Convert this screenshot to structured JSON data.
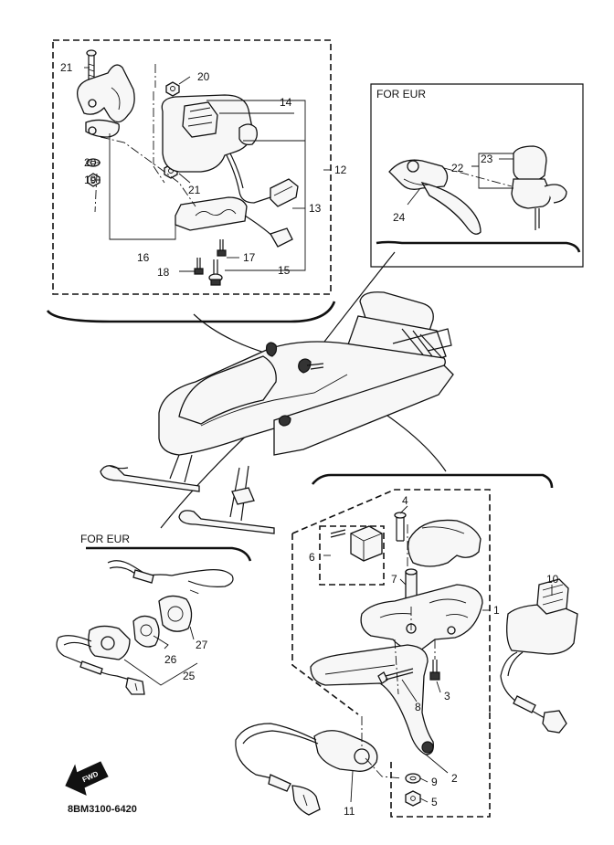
{
  "diagram": {
    "code": "8BM3100-6420",
    "boxes": [
      {
        "id": "eur-top",
        "header": "FOR EUR"
      },
      {
        "id": "eur-left",
        "header": "FOR EUR"
      }
    ],
    "fwd_arrow": "FWD",
    "part_labels": [
      {
        "id": "p1",
        "text": "1"
      },
      {
        "id": "p2",
        "text": "2"
      },
      {
        "id": "p3",
        "text": "3"
      },
      {
        "id": "p4",
        "text": "4"
      },
      {
        "id": "p5",
        "text": "5"
      },
      {
        "id": "p6",
        "text": "6"
      },
      {
        "id": "p7",
        "text": "7"
      },
      {
        "id": "p8",
        "text": "8"
      },
      {
        "id": "p9",
        "text": "9"
      },
      {
        "id": "p10",
        "text": "10"
      },
      {
        "id": "p11",
        "text": "11"
      },
      {
        "id": "p12",
        "text": "12"
      },
      {
        "id": "p13",
        "text": "13"
      },
      {
        "id": "p14",
        "text": "14"
      },
      {
        "id": "p15",
        "text": "15"
      },
      {
        "id": "p16",
        "text": "16"
      },
      {
        "id": "p17",
        "text": "17"
      },
      {
        "id": "p18",
        "text": "18"
      },
      {
        "id": "p19",
        "text": "19"
      },
      {
        "id": "p20",
        "text": "20"
      },
      {
        "id": "p21a",
        "text": "21"
      },
      {
        "id": "p21b",
        "text": "21"
      },
      {
        "id": "p22",
        "text": "22"
      },
      {
        "id": "p23",
        "text": "23"
      },
      {
        "id": "p24",
        "text": "24"
      },
      {
        "id": "p25",
        "text": "25"
      },
      {
        "id": "p26",
        "text": "26"
      },
      {
        "id": "p27",
        "text": "27"
      },
      {
        "id": "p28",
        "text": "28"
      }
    ]
  }
}
